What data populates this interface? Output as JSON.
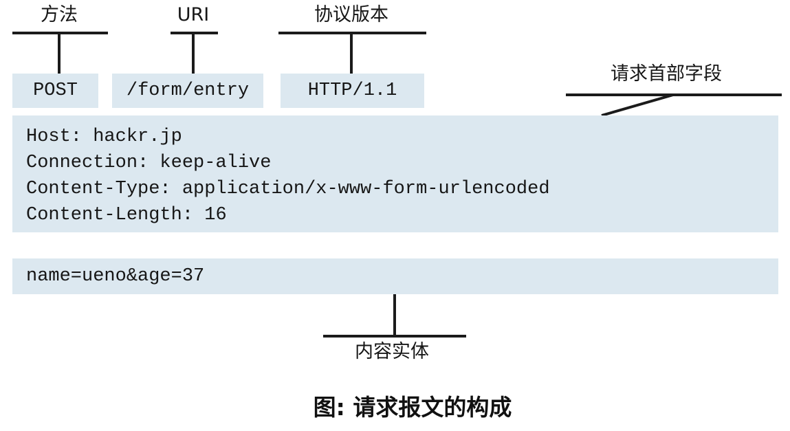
{
  "colors": {
    "box_fill": "#dce8f0",
    "line": "#1b1b1b",
    "text": "#161616"
  },
  "annotations": {
    "method_label": "方法",
    "uri_label": "URI",
    "protocol_label": "协议版本",
    "header_fields_label": "请求首部字段",
    "entity_label": "内容实体"
  },
  "request_line": {
    "method": "POST",
    "uri": "/form/entry",
    "protocol": "HTTP/1.1"
  },
  "headers": [
    "Host: hackr.jp",
    "Connection: keep-alive",
    "Content-Type: application/x-www-form-urlencoded",
    "Content-Length: 16"
  ],
  "body": "name=ueno&age=37",
  "caption": "图: 请求报文的构成"
}
